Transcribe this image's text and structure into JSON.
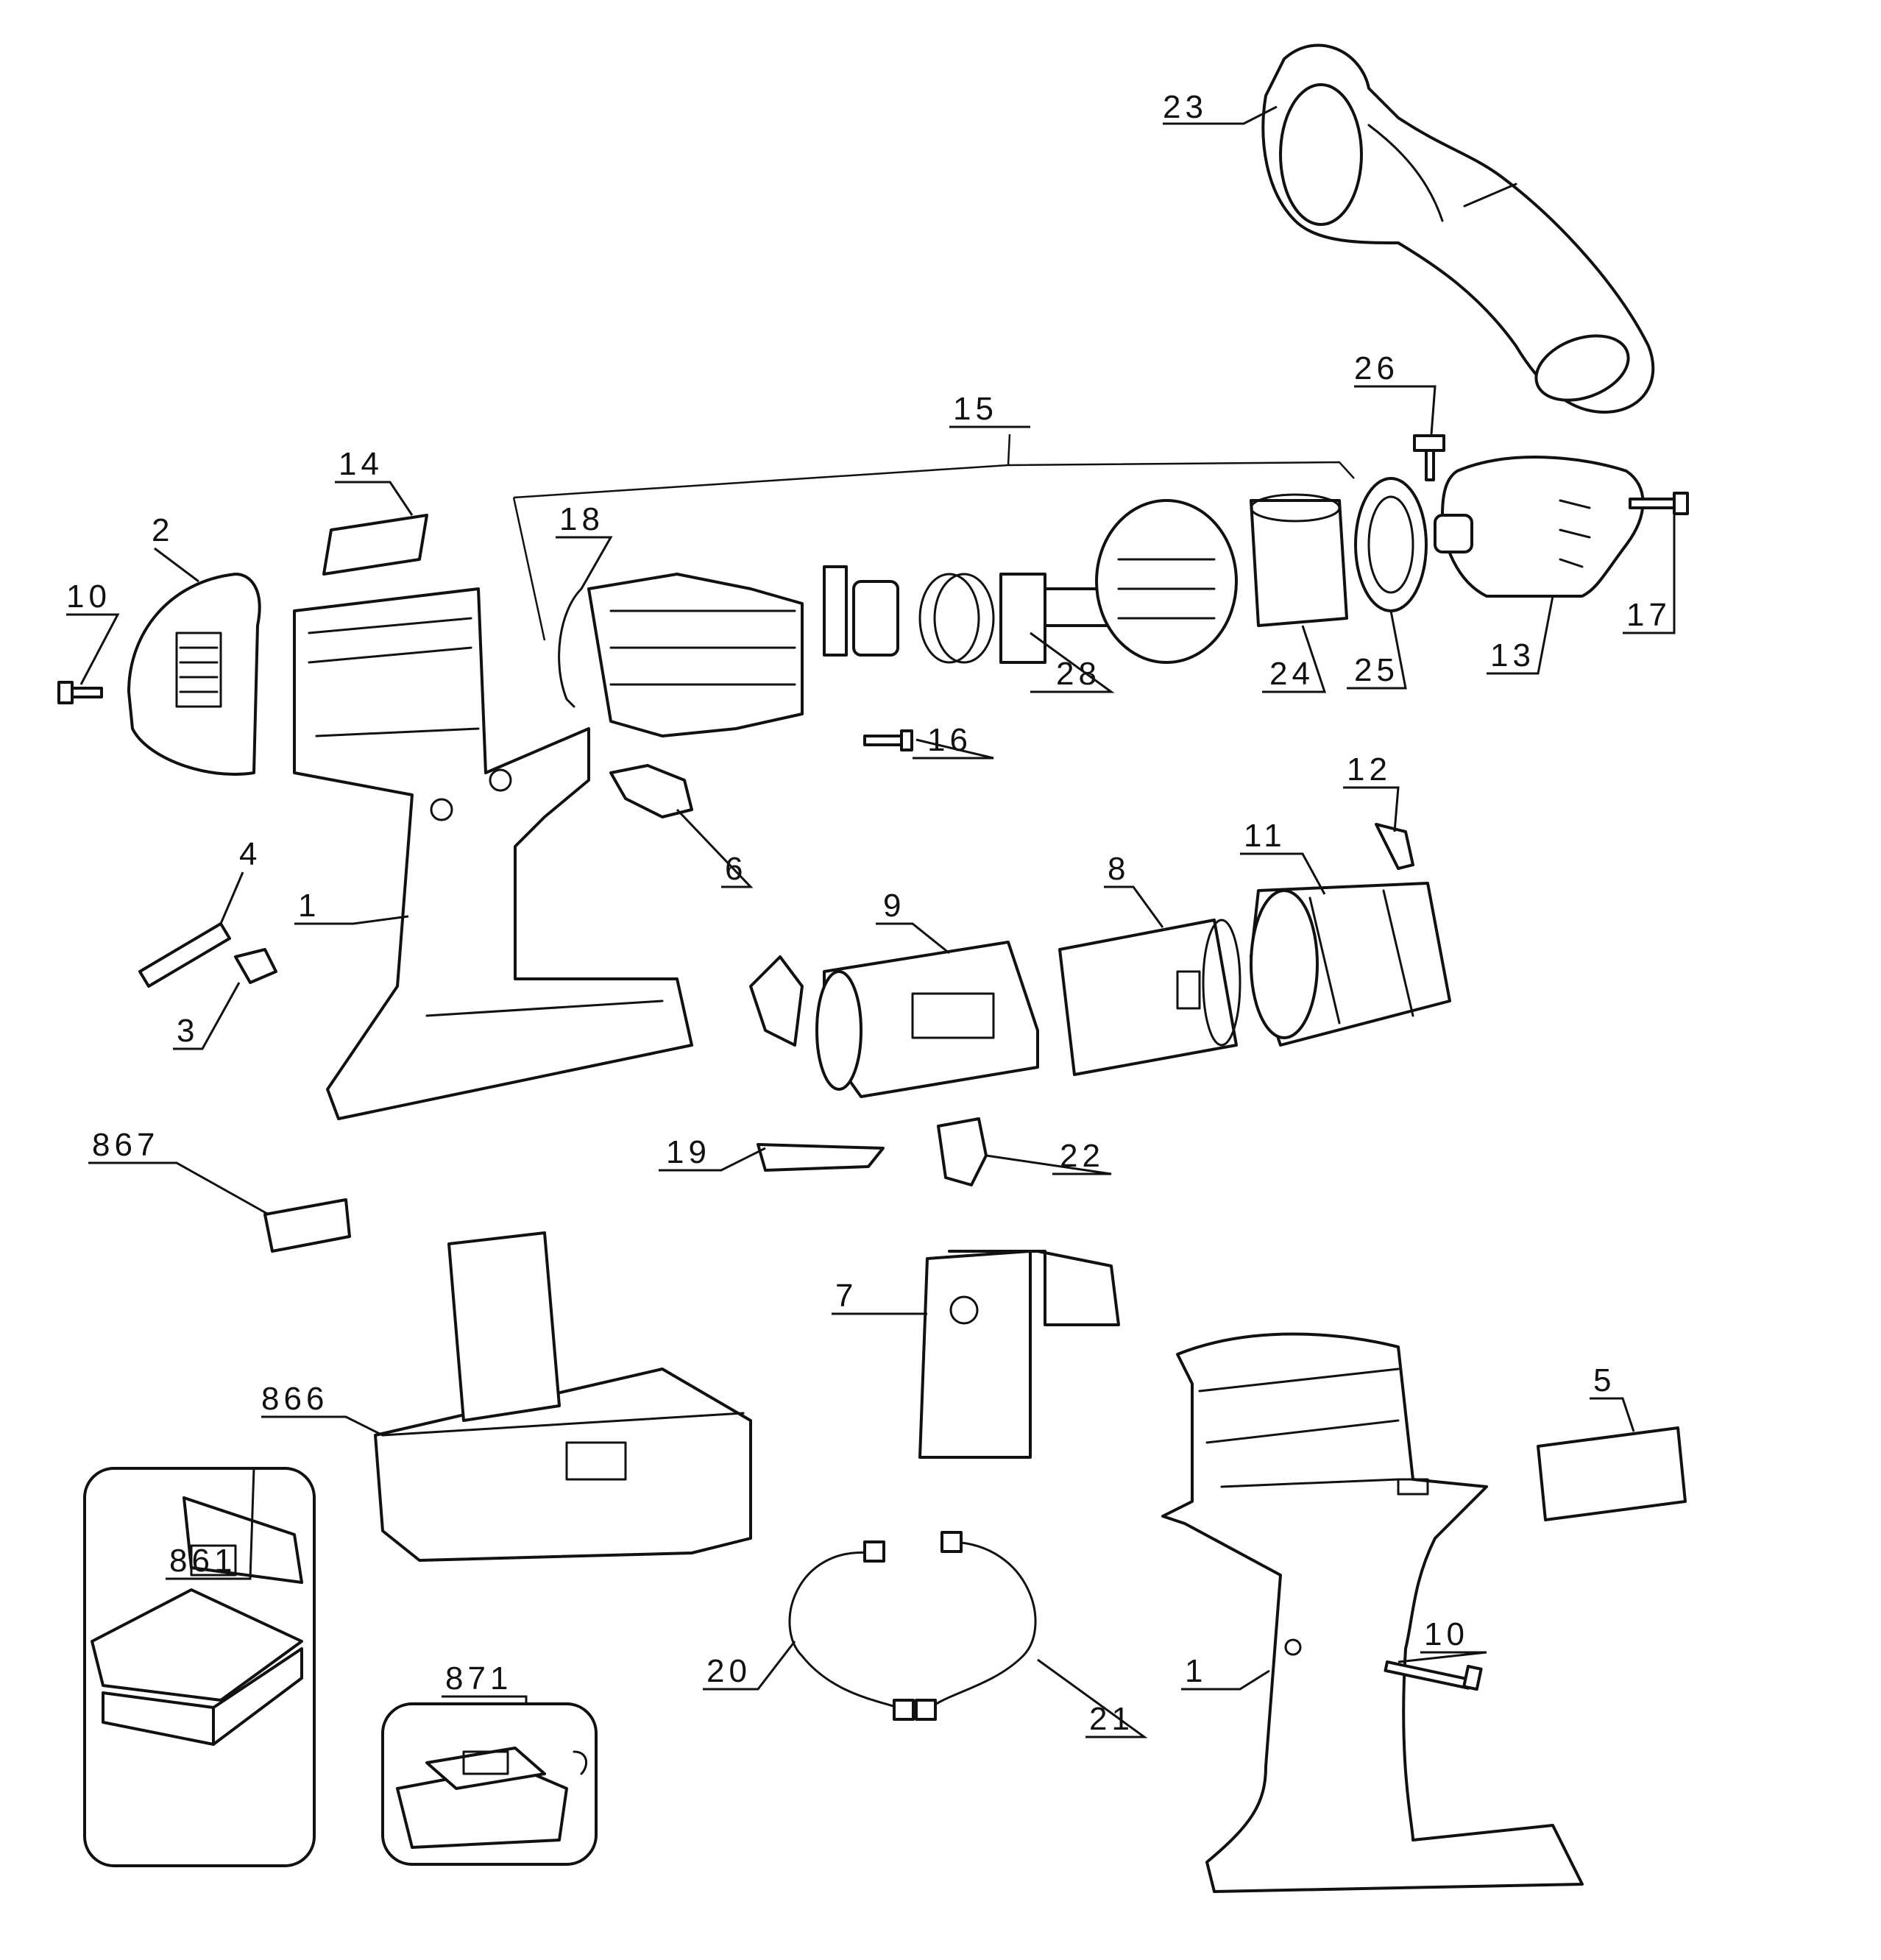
{
  "labels": {
    "p23": "23",
    "p26": "26",
    "p15": "15",
    "p14": "14",
    "p18": "18",
    "p2": "2",
    "p10a": "10",
    "p28": "28",
    "p24": "24",
    "p25": "25",
    "p13": "13",
    "p17": "17",
    "p16": "16",
    "p12": "12",
    "p6": "6",
    "p4": "4",
    "p1a": "1",
    "p11": "11",
    "p8": "8",
    "p9": "9",
    "p3": "3",
    "p867": "867",
    "p19": "19",
    "p22": "22",
    "p7": "7",
    "p866": "866",
    "p5": "5",
    "p861": "861",
    "p871": "871",
    "p20": "20",
    "p21": "21",
    "p10b": "10",
    "p1b": "1"
  }
}
